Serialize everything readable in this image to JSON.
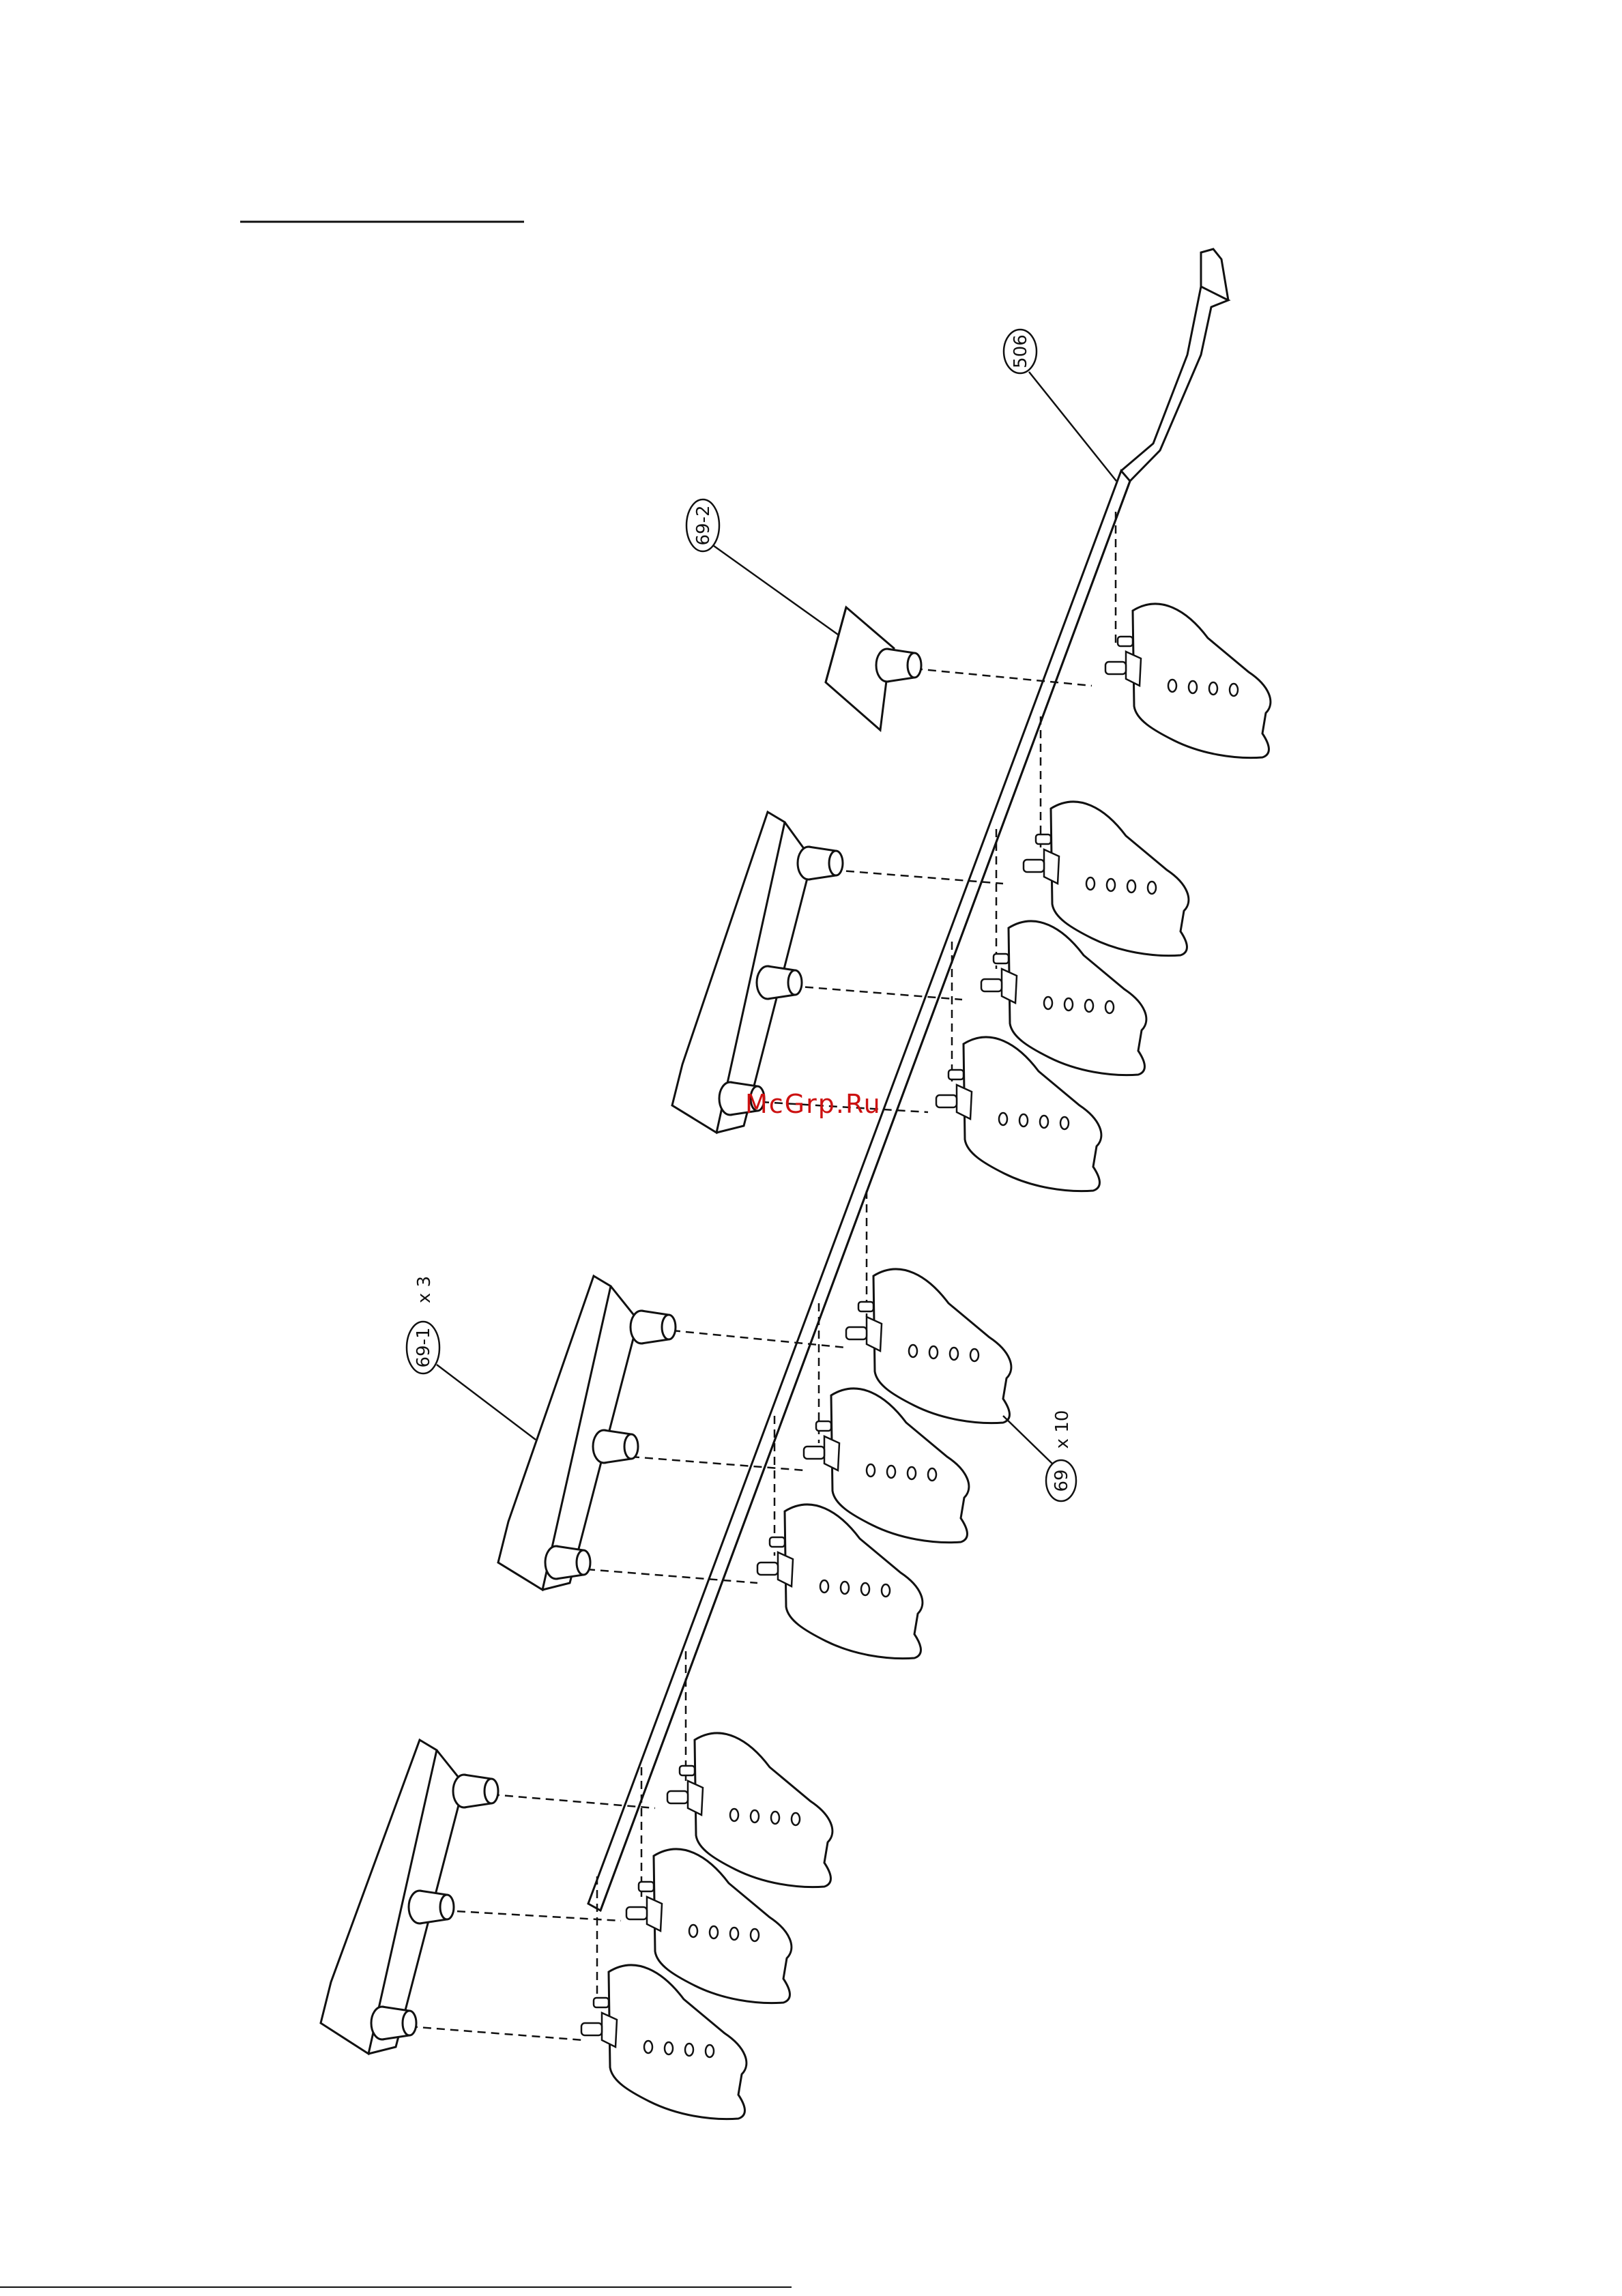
{
  "watermark": {
    "text": "McGrp.Ru",
    "color": "#cc1111"
  },
  "colors": {
    "line": "#111111",
    "background": "#ffffff"
  },
  "callouts": [
    {
      "id": "506",
      "label": "506",
      "qty": ""
    },
    {
      "id": "69-2",
      "label": "69-2",
      "qty": ""
    },
    {
      "id": "69-1",
      "label": "69-1",
      "qty": "x 3"
    },
    {
      "id": "69",
      "label": "69",
      "qty": "x 10"
    }
  ]
}
